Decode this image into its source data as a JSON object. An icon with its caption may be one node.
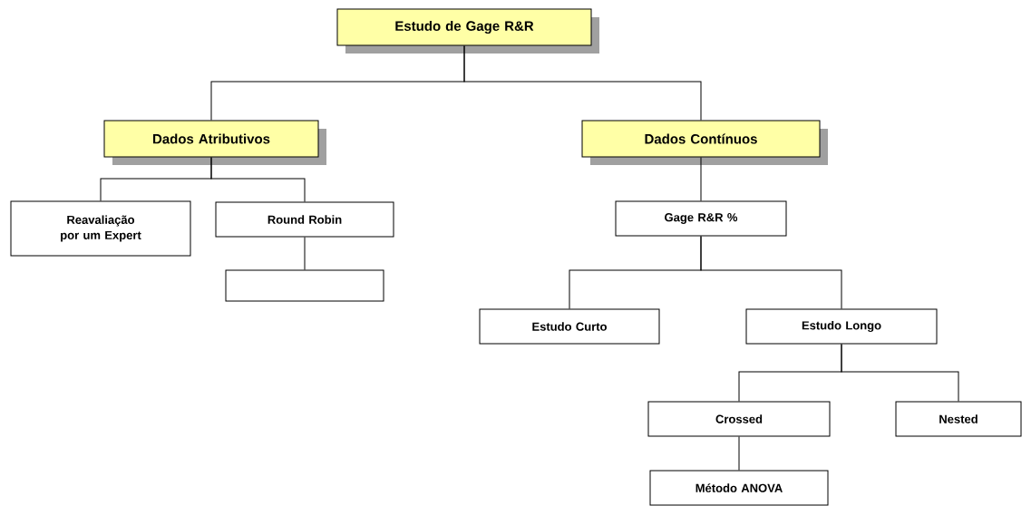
{
  "diagram": {
    "nodes": [
      {
        "text": [
          "Estudo de Gage R&R"
        ]
      },
      {
        "text": [
          "Dados Atributivos"
        ]
      },
      {
        "text": [
          "Dados Contínuos"
        ]
      },
      {
        "text": [
          "Reavaliação por um Expert"
        ]
      },
      {
        "text": [
          "Round Robin"
        ]
      },
      {
        "text": [],
        "shape": "box"
      },
      {
        "text": [
          "Gage R&R %"
        ]
      },
      {
        "text": [
          "Estudo Curto"
        ]
      },
      {
        "text": [
          "Estudo Longo"
        ]
      },
      {
        "text": [
          "Crossed"
        ]
      },
      {
        "text": [
          "Nested"
        ]
      },
      {
        "text": [
          "Método ANOVA"
        ]
      }
    ],
    "edges": [
      {
        "from": 0,
        "to": 1,
        "arrow": "none"
      },
      {
        "from": 0,
        "to": 2,
        "arrow": "none"
      },
      {
        "from": 1,
        "to": 3,
        "arrow": "none"
      },
      {
        "from": 1,
        "to": 4,
        "arrow": "none"
      },
      {
        "from": 4,
        "to": 5,
        "arrow": "none"
      },
      {
        "from": 2,
        "to": 6,
        "arrow": "none"
      },
      {
        "from": 6,
        "to": 7,
        "arrow": "none"
      },
      {
        "from": 6,
        "to": 8,
        "arrow": "none"
      },
      {
        "from": 8,
        "to": 9,
        "arrow": "none"
      },
      {
        "from": 8,
        "to": 10,
        "arrow": "none"
      },
      {
        "from": 9,
        "to": 11,
        "arrow": "none"
      }
    ]
  }
}
